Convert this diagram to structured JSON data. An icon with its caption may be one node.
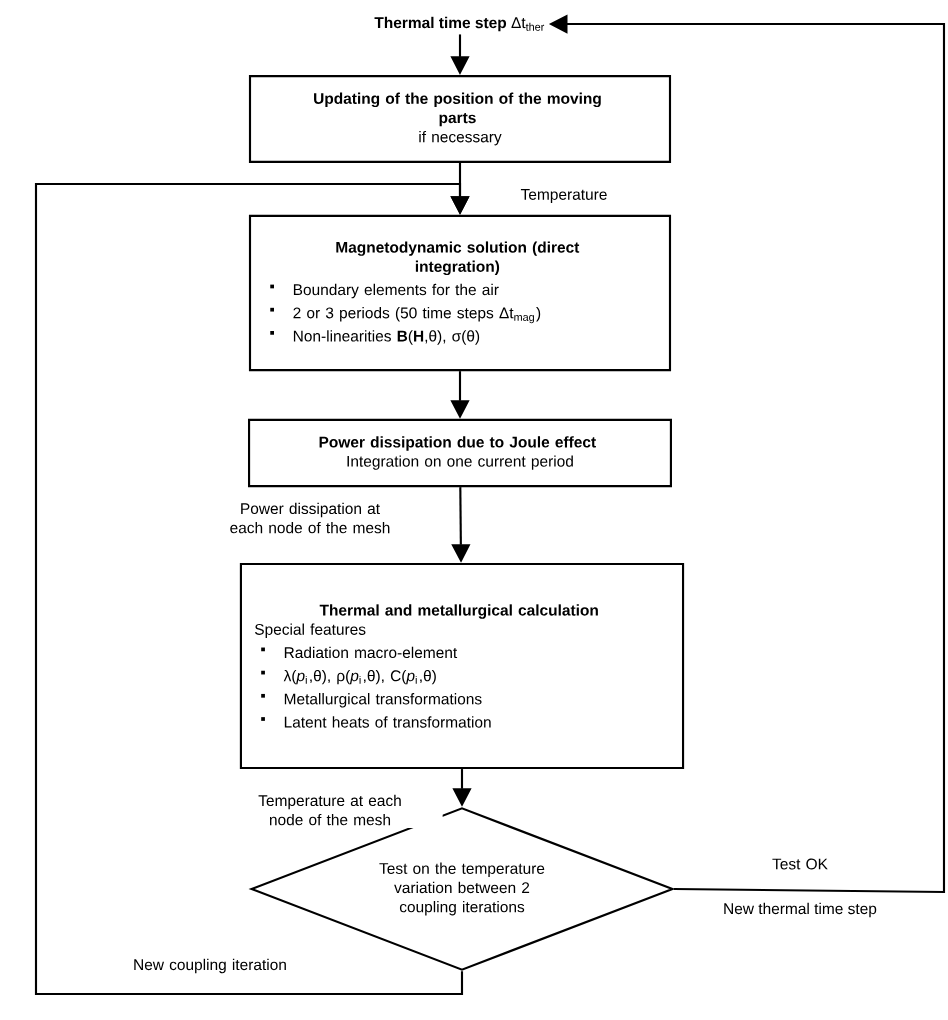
{
  "diagram": {
    "nodes": [
      {
        "text": [
          "**Thermal time step** Δt$_{ther}$"
        ]
      },
      {
        "text": [
          "Updating of the position of the moving parts",
          "if necessary"
        ]
      },
      {
        "text": [
          "Magnetodynamic solution (direct integration)",
          "Boundary elements for the air",
          "2 or 3 periods (50 time steps Δt$_{mag}$)",
          "Non-linearities **B**(**H**,θ), σ(θ)"
        ]
      },
      {
        "text": [
          "Power dissipation due to Joule effect",
          "Integration on one current period"
        ]
      },
      {
        "text": [
          "Thermal and metallurgical calculation",
          "Special features",
          "Radiation macro-element",
          "λ(*p*$_{i}$,θ), ρ(*p*$_{i}$,θ), C(*p*$_{i}$,θ)",
          "Metallurgical transformations",
          "Latent heats of transformation"
        ]
      },
      {
        "text": [
          "Test on the temperature variation between 2 coupling iterations"
        ]
      }
    ],
    "edges": [
      {
        "from": 0,
        "to": 1,
        "arrow": "to"
      },
      {
        "from": 1,
        "to": 2,
        "arrow": "to",
        "label": "Temperature"
      },
      {
        "from": 2,
        "to": 3,
        "arrow": "to"
      },
      {
        "from": 3,
        "to": 4,
        "arrow": "to",
        "label": "Power dissipation at each node of the mesh"
      },
      {
        "from": 4,
        "to": 5,
        "arrow": "to",
        "label": "Temperature at each node of the mesh"
      },
      {
        "from": 5,
        "to": 0,
        "arrow": "to",
        "label": "Test OK"
      },
      {
        "from": 5,
        "to": 2,
        "arrow": "to",
        "label": "New coupling iteration"
      }
    ],
    "labels": [
      "New thermal time step"
    ]
  }
}
